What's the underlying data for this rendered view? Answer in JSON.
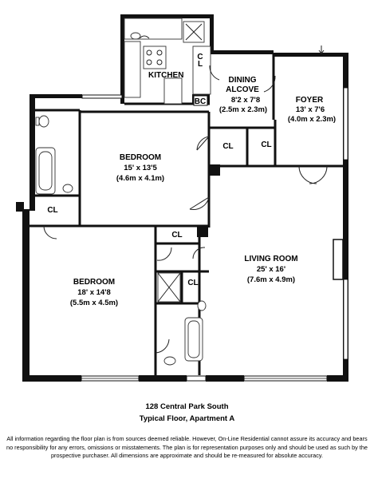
{
  "rooms": {
    "kitchen": {
      "name": "KITCHEN"
    },
    "dining": {
      "name1": "DINING",
      "name2": "ALCOVE",
      "dims_ft": "8'2 x 7'8",
      "dims_m": "(2.5m x 2.3m)"
    },
    "foyer": {
      "name": "FOYER",
      "dims_ft": "13' x 7'6",
      "dims_m": "(4.0m x 2.3m)"
    },
    "bedroom1": {
      "name": "BEDROOM",
      "dims_ft": "15' x 13'5",
      "dims_m": "(4.6m x 4.1m)"
    },
    "bedroom2": {
      "name": "BEDROOM",
      "dims_ft": "18' x 14'8",
      "dims_m": "(5.5m x 4.5m)"
    },
    "living": {
      "name": "LIVING ROOM",
      "dims_ft": "25' x 16'",
      "dims_m": "(7.6m x 4.9m)"
    }
  },
  "labels": {
    "closet": "CL",
    "bc": "BC",
    "kitchen_cl_1": "C",
    "kitchen_cl_2": "L"
  },
  "caption": {
    "line1": "128 Central Park South",
    "line2": "Typical Floor, Apartment A"
  },
  "disclaimer": "All information regarding the floor plan is from sources deemed reliable.  However, On-Line Residential cannot assure its accuracy and bears no responsibility for any errors, omissions or misstatements.  The plan is for representation purposes only and should be used as such by the prospective purchaser.  All dimensions are approximate and should be re-measured for absolute accuracy."
}
